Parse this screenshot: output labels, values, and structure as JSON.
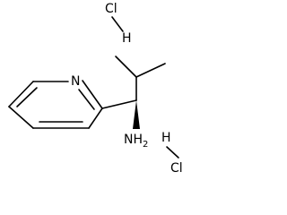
{
  "molecule": {
    "atoms": {
      "hcl_top_cl": "Cl",
      "hcl_top_h": "H",
      "pyridine_n": "N",
      "amine": "NH2",
      "hcl_bottom_h": "H",
      "hcl_bottom_cl": "Cl"
    },
    "stereo_bond": "wedge"
  }
}
